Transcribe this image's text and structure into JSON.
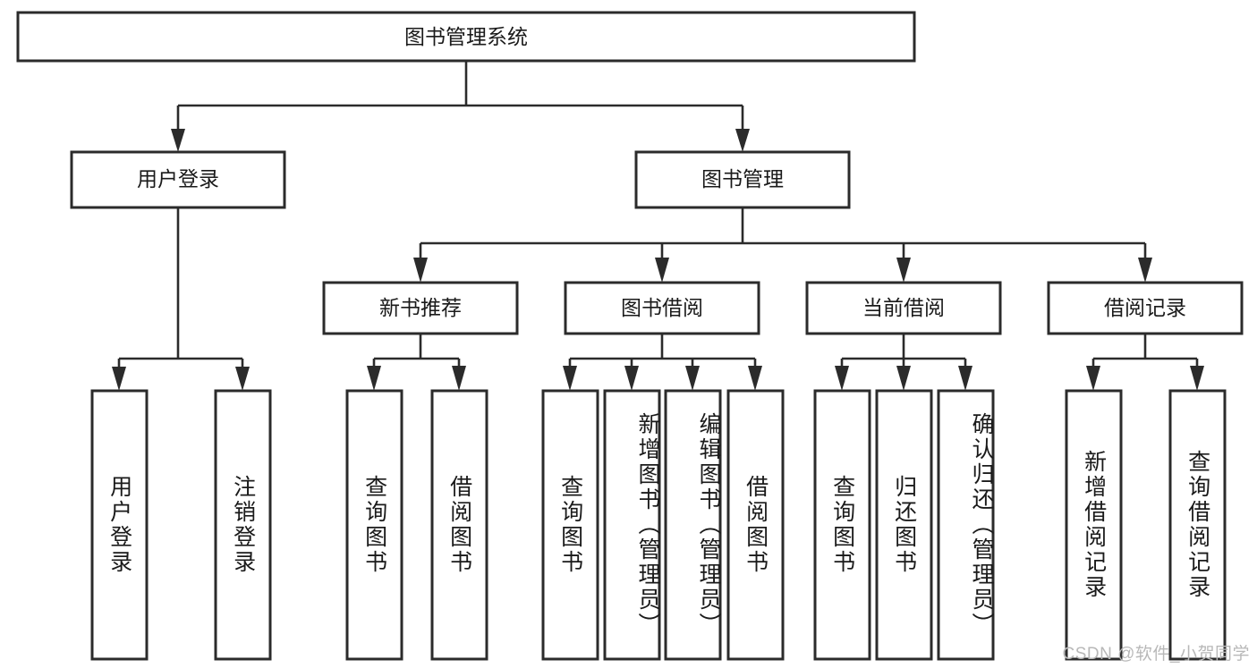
{
  "diagram": {
    "title": "图书管理系统",
    "type": "tree-hierarchy-diagram",
    "watermark": "CSDN @软件_小贺同学",
    "colors": {
      "box_fill": "#ffffff",
      "box_stroke": "#2b2b2b",
      "line": "#2b2b2b",
      "text": "#1a1a1a",
      "watermark": "#b8b8b8",
      "background": "#ffffff"
    },
    "root": {
      "label": "图书管理系统"
    },
    "level2": [
      {
        "label": "用户登录"
      },
      {
        "label": "图书管理"
      }
    ],
    "level3": [
      {
        "label": "新书推荐"
      },
      {
        "label": "图书借阅"
      },
      {
        "label": "当前借阅"
      },
      {
        "label": "借阅记录"
      }
    ],
    "leaves": {
      "user_login": [
        {
          "label": "用户登录"
        },
        {
          "label": "注销登录"
        }
      ],
      "new_book_recommend": [
        {
          "label": "查询图书"
        },
        {
          "label": "借阅图书"
        }
      ],
      "book_borrow": [
        {
          "label": "查询图书"
        },
        {
          "label": "新增图书（管理员）"
        },
        {
          "label": "编辑图书（管理员）"
        },
        {
          "label": "借阅图书"
        }
      ],
      "current_borrow": [
        {
          "label": "查询图书"
        },
        {
          "label": "归还图书"
        },
        {
          "label": "确认归还（管理员）"
        }
      ],
      "borrow_record": [
        {
          "label": "新增借阅记录"
        },
        {
          "label": "查询借阅记录"
        }
      ]
    }
  }
}
